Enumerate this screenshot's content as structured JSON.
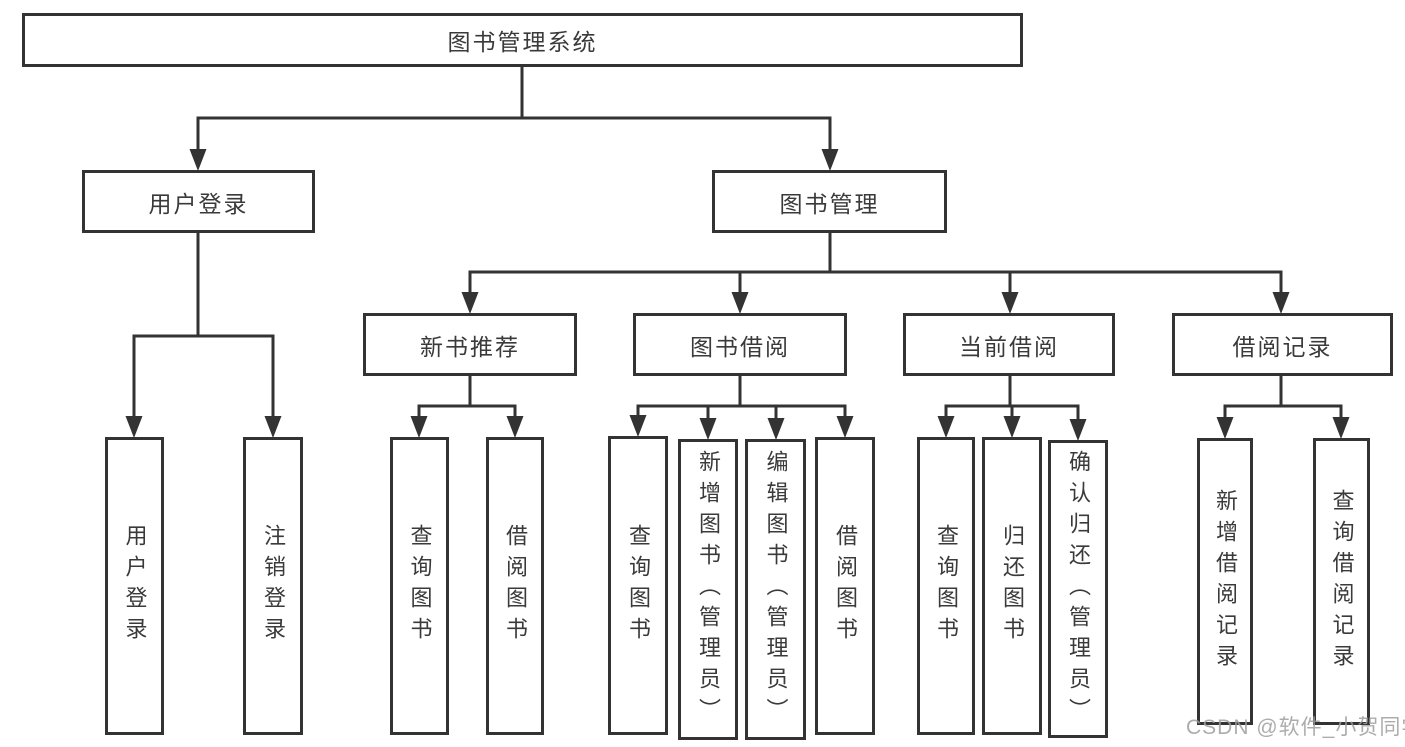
{
  "tree": {
    "root": {
      "label": "图书管理系统"
    },
    "children": [
      {
        "label": "用户登录",
        "children": [
          {
            "label": "用户登录"
          },
          {
            "label": "注销登录"
          }
        ]
      },
      {
        "label": "图书管理",
        "children": [
          {
            "label": "新书推荐",
            "children": [
              {
                "label": "查询图书"
              },
              {
                "label": "借阅图书"
              }
            ]
          },
          {
            "label": "图书借阅",
            "children": [
              {
                "label": "查询图书"
              },
              {
                "label": "新增图书（管理员）"
              },
              {
                "label": "编辑图书（管理员）"
              },
              {
                "label": "借阅图书"
              }
            ]
          },
          {
            "label": "当前借阅",
            "children": [
              {
                "label": "查询图书"
              },
              {
                "label": "归还图书"
              },
              {
                "label": "确认归还（管理员）"
              }
            ]
          },
          {
            "label": "借阅记录",
            "children": [
              {
                "label": "新增借阅记录"
              },
              {
                "label": "查询借阅记录"
              }
            ]
          }
        ]
      }
    ]
  },
  "watermark": {
    "text": "CSDN @软件_小贺同学"
  },
  "colors": {
    "line": "#333333",
    "node_text": "#3a3a3a",
    "watermark_text": "#9e9e9e",
    "background": "#ffffff"
  }
}
